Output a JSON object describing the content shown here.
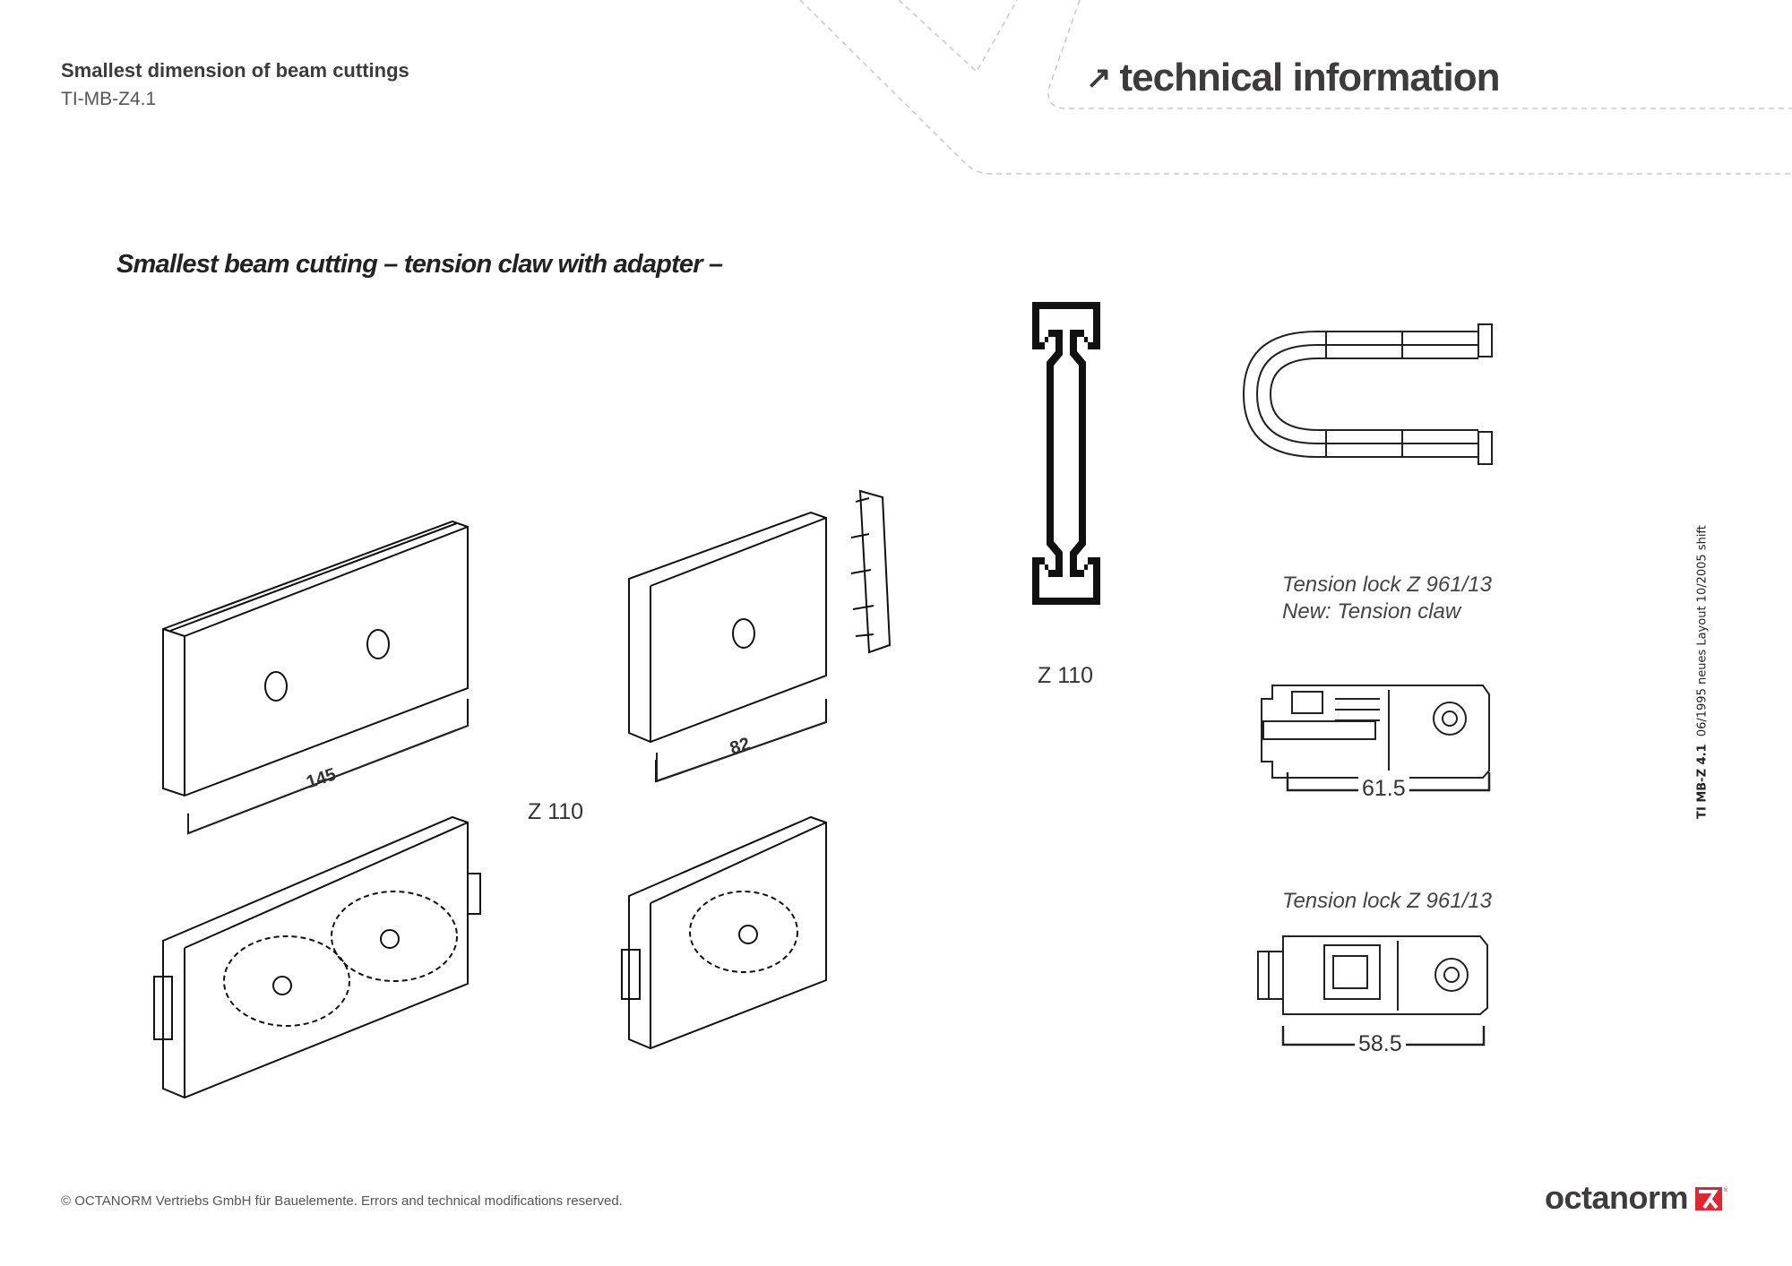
{
  "header": {
    "title": "Smallest dimension of beam cuttings",
    "code": "TI-MB-Z4.1",
    "section_label": "technical information",
    "arrow_icon": "arrow-up-right-icon"
  },
  "main": {
    "heading": "Smallest beam cutting – tension claw with adapter –",
    "dimensions": {
      "beam_long": "145",
      "beam_short": "82",
      "lock_new": "61.5",
      "lock_old": "58.5"
    },
    "labels": {
      "profile_center": "Z 110",
      "profile_right": "Z 110",
      "tension_lock_new_line1": "Tension lock Z 961/13",
      "tension_lock_new_line2": "New: Tension claw",
      "tension_lock_old": "Tension lock Z 961/13"
    }
  },
  "side_note": {
    "code": "TI MB-Z 4.1",
    "text": "06/1995  neues Layout 10/2005 shift"
  },
  "footer": {
    "copyright": "© OCTANORM Vertriebs GmbH für Bauelemente. Errors and technical modifications reserved.",
    "logo_text": "octanorm",
    "brand_color": "#e2262f"
  }
}
